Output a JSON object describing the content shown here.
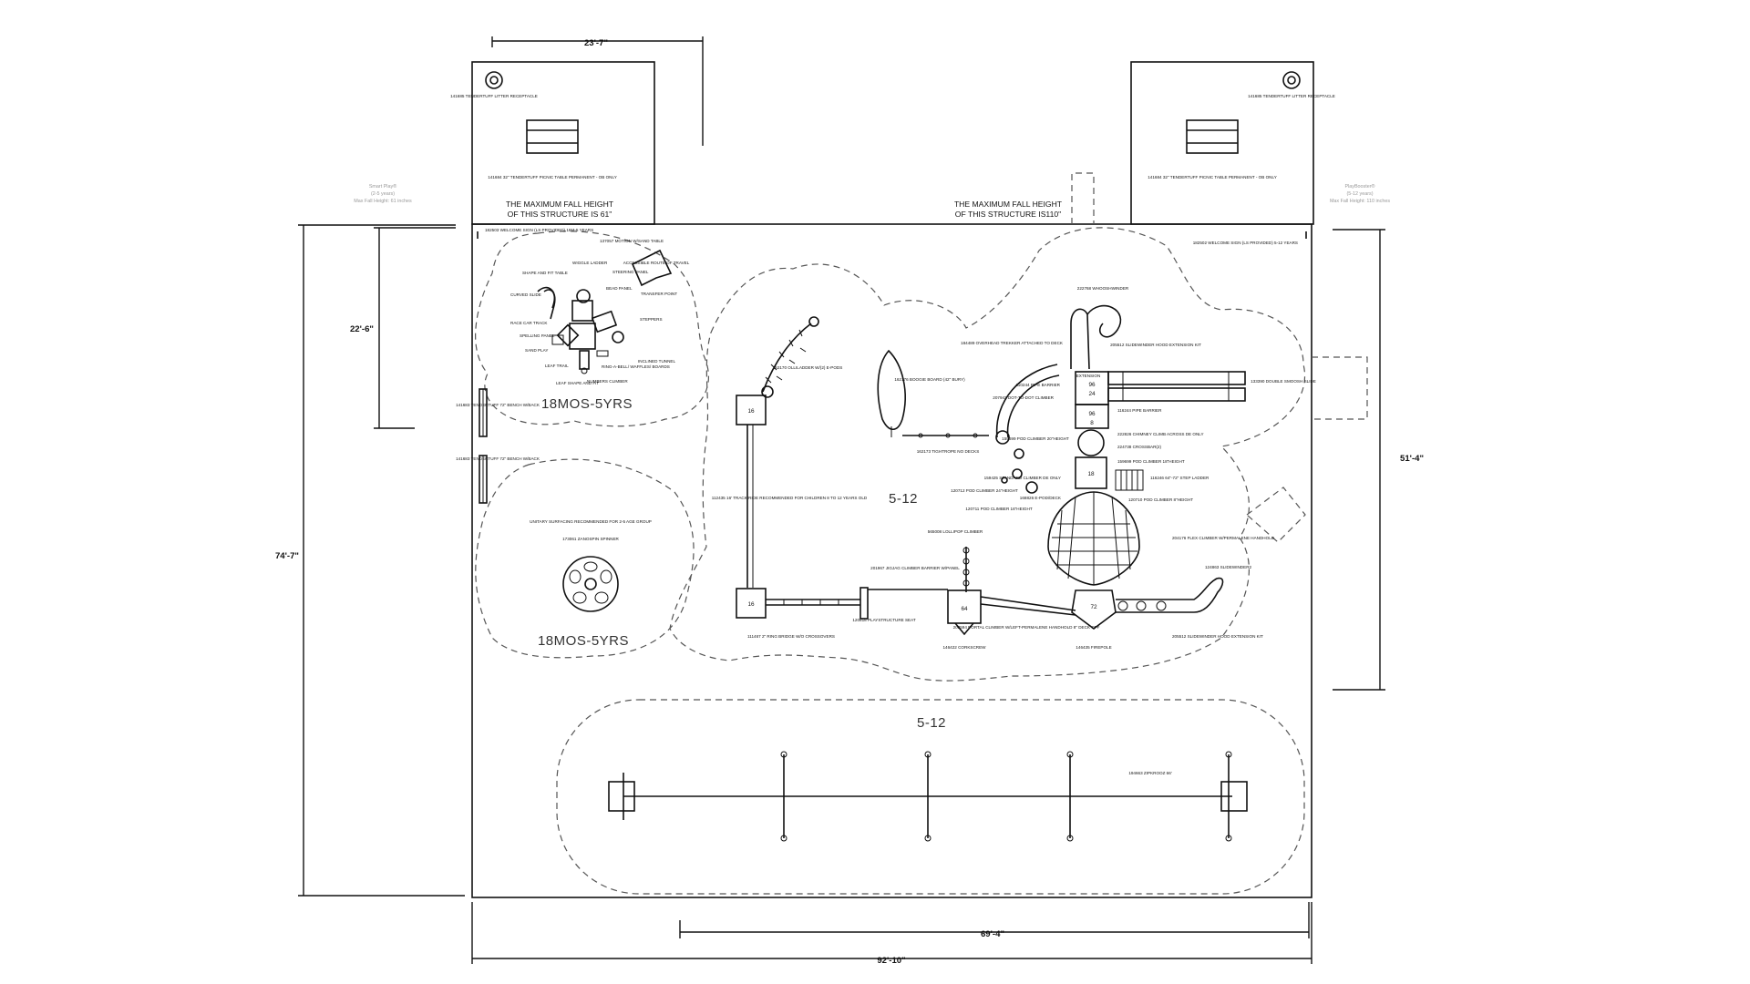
{
  "dimensions": {
    "top_width": "23'-7\"",
    "left_upper": "22'-6\"",
    "left_total": "74'-7\"",
    "right_height": "51'-4\"",
    "bottom_inner": "69'-4\"",
    "bottom_total": "92'-10\""
  },
  "structure_notes": {
    "left_line1": "THE MAXIMUM FALL HEIGHT",
    "left_line2": "OF THIS STRUCTURE IS 61\"",
    "right_line1": "THE MAXIMUM FALL HEIGHT",
    "right_line2": "OF THIS STRUCTURE IS110\""
  },
  "side_notes": {
    "left_1": "Smart Play®",
    "left_2": "(2-5 years)",
    "left_3": "Max Fall Height: 61 inches",
    "right_1": "PlayBooster®",
    "right_2": "(5-12 years)",
    "right_3": "Max Fall Height: 110 inches"
  },
  "age_groups": {
    "zone_a": "18MOS-5YRS",
    "zone_b": "18MOS-5YRS",
    "zone_c": "5-12",
    "zone_d": "5-12"
  },
  "labels": {
    "litter_1": "141685 TENDERTUFF LITTER RECEPTACLE",
    "table_1": "141684 32\" TENDERTUFF PICNIC TABLE PERMANENT - OB ONLY",
    "litter_2": "141685 TENDERTUFF LITTER RECEPTACLE",
    "table_2": "141684 32\" TENDERTUFF PICNIC TABLE PERMANENT - OB ONLY",
    "sign_left": "182503 WELCOME SIGN (LS PROVIDED) 18M-5 YEARS",
    "sign_right": "182502 WELCOME SIGN (LS PROVIDED) 5-12 YEARS",
    "motion_table": "137057 MOTION W/SAND TABLE",
    "wiggle_ladder": "WIGGLE LADDER",
    "steering_panel": "STEERING PANEL",
    "accessible_route": "ACCESSIBLE ROUTE OF TRAVEL",
    "shape_fit": "SHAPE AND FIT TABLE",
    "bead_panel": "BEAD PANEL",
    "transfer_point": "TRANSFER POINT",
    "curved_slide": "CURVED SLIDE",
    "race_car": "RACE CAR TRACK",
    "steppers": "STEPPERS",
    "spelling_panel": "SPELLING PANEL",
    "sand_play": "SAND PLAY",
    "inclined_tunnel": "INCLINED TUNNEL",
    "leaf_trail": "LEAF TRAIL",
    "ring_a_bell": "RING-A-BELL/ WAFFLES/ BOARDS",
    "leaf_shape": "LEAF SHAPE AND FIT",
    "numbers_climber": "NUMBERS CLIMBER",
    "bench_1": "141683 TENDERTUFF 72\" BENCH W/BACK",
    "bench_2": "141683 TENDERTUFF 72\" BENCH W/BACK",
    "unitary": "UNITARY SURFACING RECOMMENDED FOR 2-5 AGE GROUP",
    "spinner": "173061 ZANOSPIN SPINNER",
    "ollieladder": "152170 OLLILADDER W/(2) E-PODS",
    "track_ride": "112435 16' TRACK RIDE RECOMMENDED FOR CHILDREN 8 TO 12 YEARS OLD",
    "boogie_board": "162176 BOOGIE BOARD (42\" BURY)",
    "tightrope": "162173 TIGHTROPE NO DECKS",
    "overhead": "184489 OVERHEAD TREKKER ATTACHED TO DECK",
    "whoosh": "222768 WHOOSHWINDER",
    "slide_ext": "205512 SLIDEWINDER HOOD EXTENSION KIT",
    "double_slide": "133390 DOUBLE SMOOSH SLIDE",
    "extension": "EXTENSION",
    "pipe_barrier_1": "110244 PIPE BARRIER",
    "dot_climber": "207943 DOT-TO-DOT CLIMBER",
    "pipe_barrier_2": "116244 PIPE BARRIER",
    "pod_climber_20": "159699 POD CLIMBER 20\"HEIGHT",
    "chimney": "222826 CHIMNEY CLIMB ACROSS DE ONLY",
    "crossbar": "224738 CROSSBAR(2)",
    "pod_climber_18": "159699 POD CLIMBER 18\"HEIGHT",
    "standard_climber": "159425 STANDARD CLIMBER DE ONLY",
    "step_ladder": "116246 64\"-72\" STEP LADDER",
    "pod_climber_24": "120712 POD CLIMBER 24\"HEIGHT",
    "eposdeck": "168826 E-POD/DECK",
    "pod_climber_8": "120710 POD CLIMBER 8\"HEIGHT",
    "pod_climber_16": "120711 POD CLIMBER 16\"HEIGHT",
    "lollipop": "565008 LOLLIPOP CLIMBER",
    "flex_climber": "204176 FLEX CLIMBER W/PERMALENE HANDHOLD",
    "jigjag": "201967 JIGJAG CLIMBER BARRIER W/PANEL",
    "slidewinder": "124863 SLIDEWINDER2",
    "ring_bridge": "111467 2\" RING BRIDGE W/O CROSSOVERS",
    "play_seat": "120818 PLAYSTRUCTURE SEAT",
    "corkscrew": "146422 CORKSCREW",
    "portal_climber": "202594 PORTAL CLIMBER W/LEFT-PERMALENE HANDHOLD 8\" DECK OFF",
    "firepole": "146435 FIREPOLE",
    "slide_ext_2": "205512 SLIDEWINDER HOOD EXTENSION KIT",
    "zipkrooz": "194663 ZIPKROOZ 66'"
  },
  "deck_heights": {
    "d16a": "16",
    "d16b": "16",
    "d64": "64",
    "d72": "72",
    "d96": "96",
    "d24": "24",
    "d96b": "96",
    "d8": "8",
    "d18": "18"
  },
  "icons": [
    "litter-receptacle-icon",
    "picnic-table-icon",
    "bench-icon",
    "spinner-icon",
    "zipline-icon",
    "accessible-route-arrow-icon"
  ]
}
